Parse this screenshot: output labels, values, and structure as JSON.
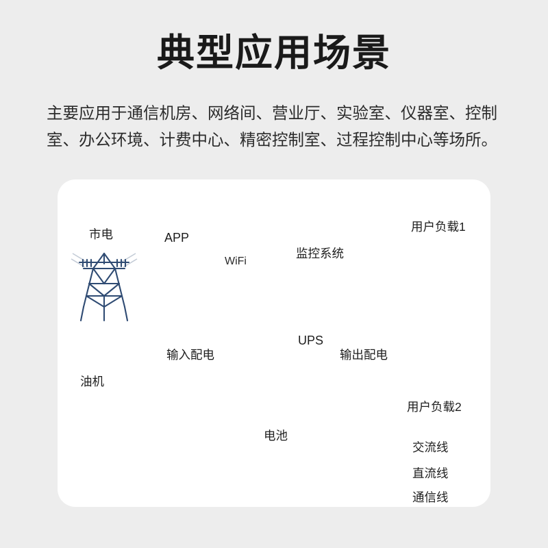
{
  "header": {
    "title": "典型应用场景",
    "subtitle": "主要应用于通信机房、网络间、营业厅、实验室、仪器室、控制室、办公环境、计费中心、精密控制室、过程控制中心等场所。"
  },
  "diagram": {
    "nodes": [
      {
        "id": "mains",
        "label": "市电",
        "icon": "power-tower-icon"
      },
      {
        "id": "generator",
        "label": "油机",
        "icon": "diesel-generator-icon"
      },
      {
        "id": "app",
        "label": "APP",
        "icon": "smartphone-icon"
      },
      {
        "id": "wifi",
        "label": "WiFi",
        "icon": "wifi-cloud-icon"
      },
      {
        "id": "input-pdu",
        "label": "输入配电",
        "icon": "distribution-cabinet-icon"
      },
      {
        "id": "ups",
        "label": "UPS",
        "icon": "ups-rack-icon"
      },
      {
        "id": "monitoring",
        "label": "监控系统",
        "icon": "monitoring-system-icon"
      },
      {
        "id": "battery",
        "label": "电池",
        "icon": "battery-pack-icon"
      },
      {
        "id": "output-pdu",
        "label": "输出配电",
        "icon": "distribution-cabinet-icon"
      },
      {
        "id": "load1",
        "label": "用户负载1",
        "icon": "server-storage-icon"
      },
      {
        "id": "load2",
        "label": "用户负载2",
        "icon": "server-cabinet-icon"
      }
    ],
    "legend": [
      {
        "id": "ac",
        "label": "交流线",
        "style": "solid",
        "color": "#cf3a28"
      },
      {
        "id": "dc",
        "label": "直流线",
        "style": "solid",
        "color": "#3a4a9b"
      },
      {
        "id": "comm",
        "label": "通信线",
        "style": "dashed",
        "color": "#1a1a1a"
      }
    ],
    "colors": {
      "ac_line": "#cf3a28",
      "dc_line": "#3a4a9b",
      "comm_line": "#1a1a1a",
      "wifi_link": "#1e86d8",
      "card_bg": "#ffffff",
      "page_bg": "#ededed",
      "cabinet_face": "#e9ecef",
      "cabinet_dark": "#2b3a57",
      "server_dark": "#4a5878",
      "battery": "#4a5c7d",
      "tower_line": "#2f4b73"
    }
  }
}
